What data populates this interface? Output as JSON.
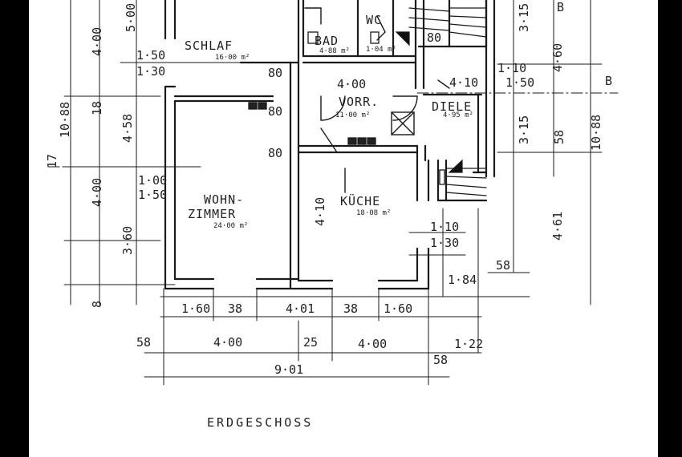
{
  "plan": {
    "title": "ERDGESCHOSS",
    "rooms": {
      "schlaf": {
        "name": "SCHLAF",
        "area": "16·00 m²"
      },
      "bad": {
        "name": "BAD",
        "area": "4·88 m²"
      },
      "wc": {
        "name": "WC",
        "area": "1·04 m²"
      },
      "vorr": {
        "name": "VORR.",
        "area": "11·00 m²"
      },
      "diele": {
        "name": "DIELE",
        "area": "4·95 m²"
      },
      "wohn_1": {
        "name": "WOHN-",
        "area": ""
      },
      "wohn_2": {
        "name": "ZIMMER",
        "area": "24·00 m²"
      },
      "kueche": {
        "name": "KÜCHE",
        "area": "18·08 m²"
      }
    },
    "dims": {
      "l_400_top": "4·00",
      "l_500": "5·00",
      "l_1088": "10·88",
      "l_458": "4·58",
      "l_400_mid": "4·00",
      "l_360": "3·60",
      "l_8": "8",
      "l_18": "18",
      "l_150": "1·50",
      "l_130": "1·30",
      "l_100": "1·00",
      "l_150b": "1·50",
      "h_160a": "1·60",
      "h_38a": "38",
      "h_401": "4·01",
      "h_38b": "38",
      "h_160b": "1·60",
      "h_58a": "58",
      "h_400a": "4·00",
      "h_25": "25",
      "h_400b": "4·00",
      "h_122": "1·22",
      "h_58b": "58",
      "h_901": "9·01",
      "c_80a": "80",
      "c_80b": "80",
      "c_80c": "80",
      "c_80d": "80",
      "v_400": "4·00",
      "v_110": "1·10",
      "v_410": "4·10",
      "v_150": "1·50",
      "v_110b": "1·10",
      "v_130": "1·30",
      "v_184": "1·84",
      "v_58": "58",
      "v_410b": "4·10",
      "r_315": "3·15",
      "r_460": "4·60",
      "r_315b": "3·15",
      "r_58": "58",
      "r_1088": "10·88",
      "r_461": "4·61",
      "r_b": "B",
      "l_17": "17",
      "r_b2": "B"
    }
  }
}
